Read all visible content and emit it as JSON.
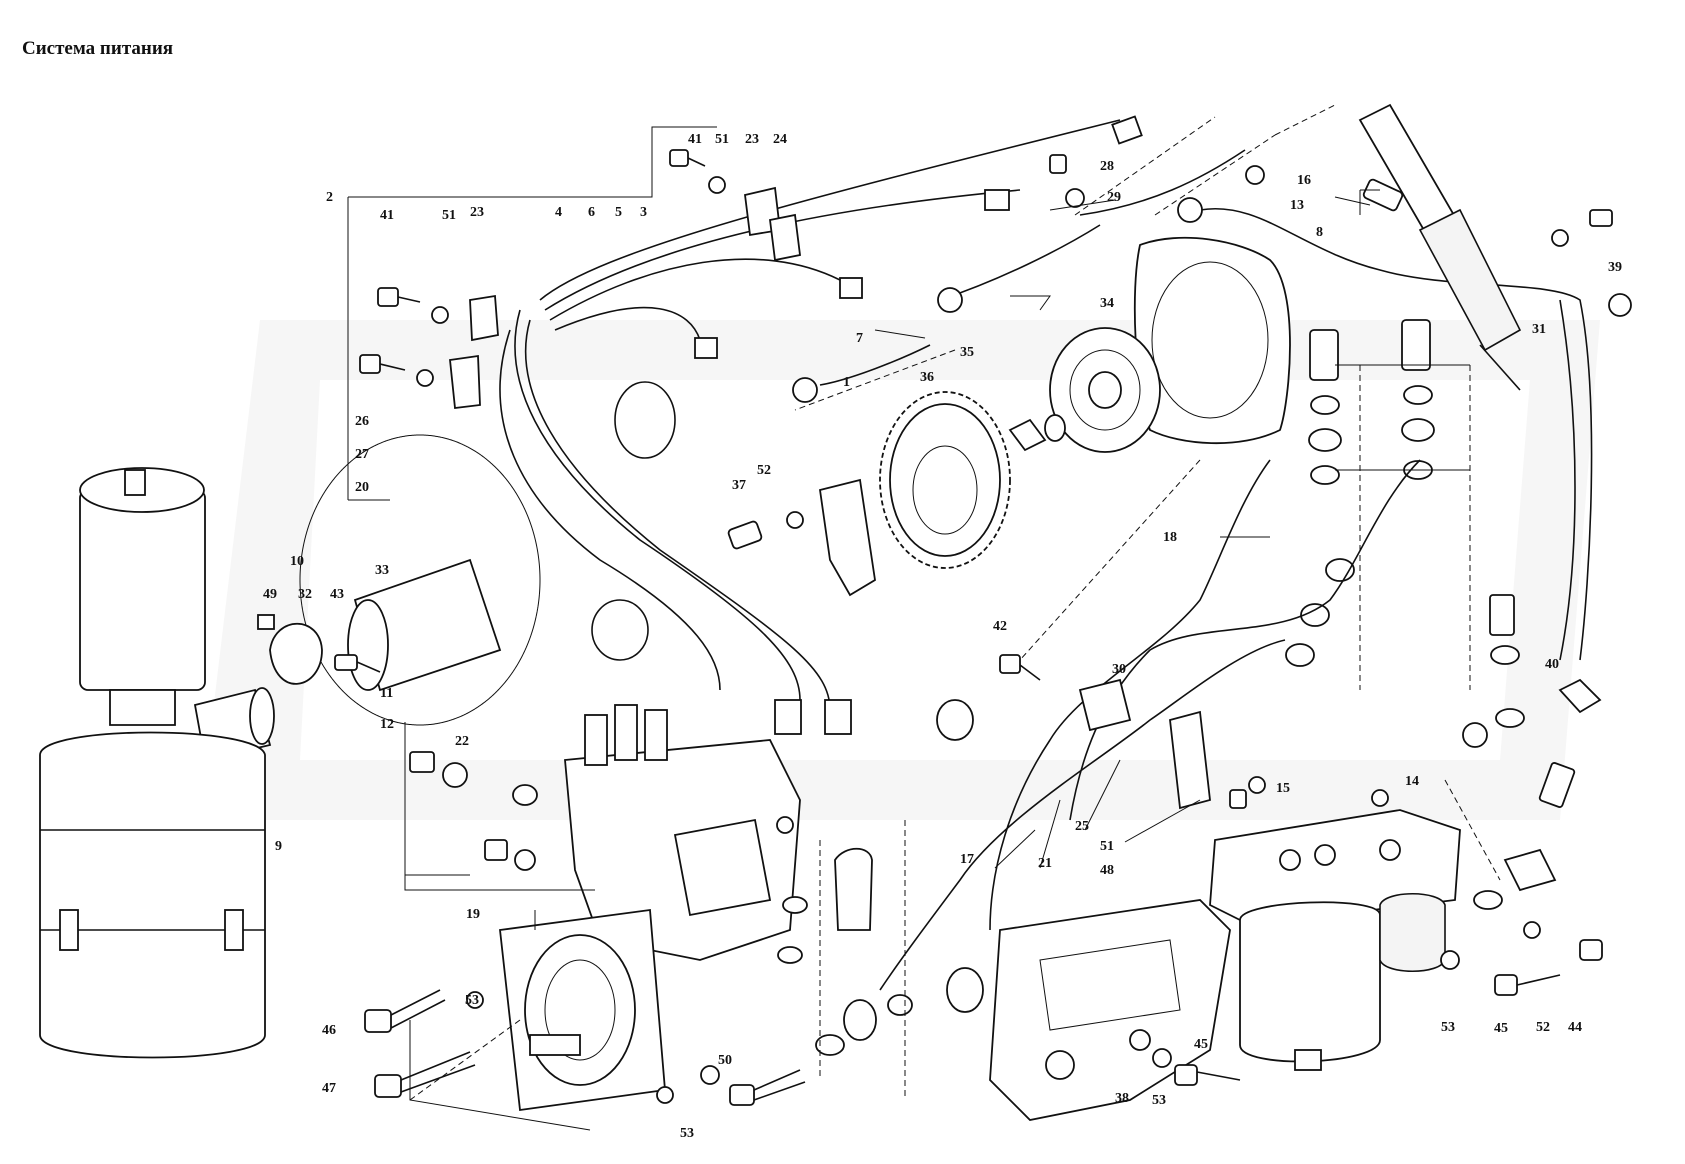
{
  "title": "Система питания",
  "callouts": {
    "c1": "1",
    "c2": "2",
    "c3": "3",
    "c4": "4",
    "c5": "5",
    "c6": "6",
    "c7": "7",
    "c8": "8",
    "c9": "9",
    "c10": "10",
    "c11": "11",
    "c12": "12",
    "c13": "13",
    "c14": "14",
    "c15": "15",
    "c16": "16",
    "c17": "17",
    "c18": "18",
    "c19": "19",
    "c20": "20",
    "c21": "21",
    "c22": "22",
    "c23a": "23",
    "c23b": "23",
    "c24": "24",
    "c25": "25",
    "c26": "26",
    "c27": "27",
    "c28": "28",
    "c29": "29",
    "c30": "30",
    "c31": "31",
    "c32": "32",
    "c33": "33",
    "c34": "34",
    "c35": "35",
    "c36": "36",
    "c37": "37",
    "c38": "38",
    "c39": "39",
    "c40": "40",
    "c41a": "41",
    "c41b": "41",
    "c42": "42",
    "c43": "43",
    "c44": "44",
    "c45a": "45",
    "c45b": "45",
    "c46": "46",
    "c47": "47",
    "c48": "48",
    "c49": "49",
    "c50": "50",
    "c51a": "51",
    "c51b": "51",
    "c51c": "51",
    "c52a": "52",
    "c52b": "52",
    "c53a": "53",
    "c53b": "53",
    "c53c": "53",
    "c53d": "53"
  }
}
